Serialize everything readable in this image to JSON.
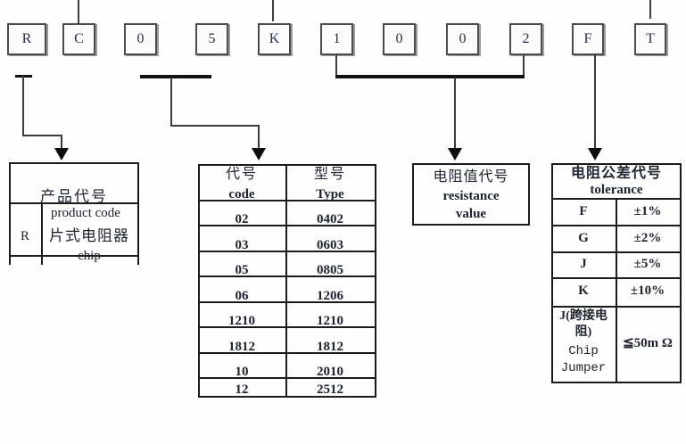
{
  "part_code": {
    "boxes": [
      "R",
      "C",
      "0",
      "5",
      "K",
      "1",
      "0",
      "0",
      "2",
      "F",
      "T"
    ]
  },
  "product_table": {
    "title_cn": "产品代号",
    "title_en": "product code",
    "code": "R",
    "desc_cn": "片式电阻器",
    "desc_en": "chip"
  },
  "size_table": {
    "col1_cn": "代号",
    "col1_en": "code",
    "col2_cn": "型号",
    "col2_en": "Type",
    "rows": [
      [
        "02",
        "0402"
      ],
      [
        "03",
        "0603"
      ],
      [
        "05",
        "0805"
      ],
      [
        "06",
        "1206"
      ],
      [
        "1210",
        "1210"
      ],
      [
        "1812",
        "1812"
      ],
      [
        "10",
        "2010"
      ],
      [
        "12",
        "2512"
      ]
    ]
  },
  "resistance_box": {
    "title_cn": "电阻值代号",
    "en_line1": "resistance",
    "en_line2": "value"
  },
  "tolerance_table": {
    "title_cn": "电阻公差代号",
    "title_en": "tolerance",
    "rows": [
      [
        "F",
        "±1%"
      ],
      [
        "G",
        "±2%"
      ],
      [
        "J",
        "±5%"
      ],
      [
        "K",
        "±10%"
      ]
    ],
    "jumper_label_lines": [
      "J(跨接电",
      "阻)",
      "Chip",
      "Jumper"
    ],
    "jumper_value": "≦50m Ω"
  },
  "colors": {
    "connector_line": "#3c3c3c",
    "table_border": "#1b1b1b",
    "arrow": "#0d0d0d",
    "text": "#20242f",
    "background": "#fdfdfd"
  }
}
